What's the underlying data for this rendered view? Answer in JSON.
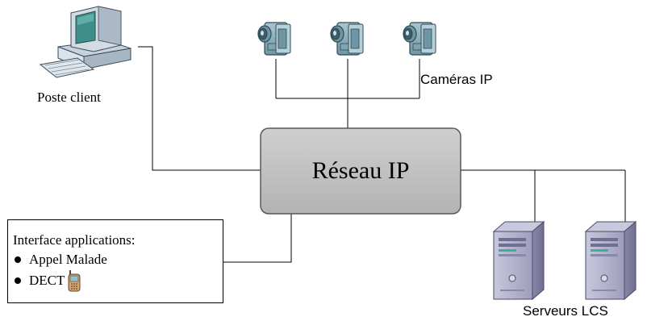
{
  "diagram": {
    "network_label": "Réseau IP",
    "client_label": "Poste client",
    "cameras_label": "Caméras IP",
    "servers_label": "Serveurs LCS",
    "interface": {
      "title": "Interface applications:",
      "items": [
        "Appel Malade",
        "DECT"
      ]
    }
  },
  "colors": {
    "network_fill": "#bfbfbf",
    "network_border": "#595959",
    "camera_body": "#8fb0bc",
    "server_body": "#a9a9c4",
    "computer_body": "#d3dbe3",
    "screen": "#3e8f8a",
    "phone_body": "#d9a46a"
  },
  "icons": {
    "computer": "desktop-computer-icon",
    "camera": "ip-camera-icon",
    "server": "tower-server-icon",
    "phone": "dect-phone-icon"
  }
}
